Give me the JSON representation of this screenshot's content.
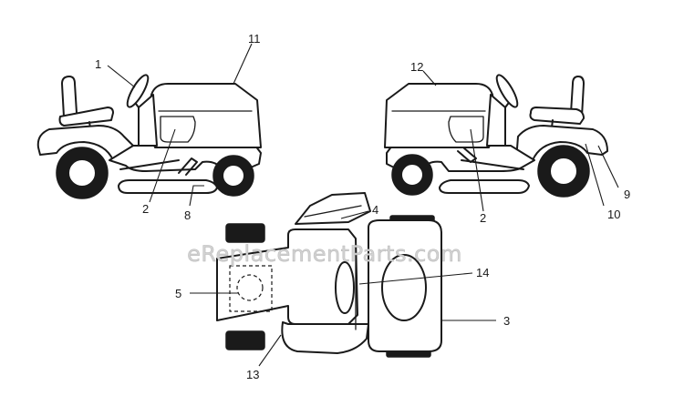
{
  "watermark": "eReplacementParts.com",
  "callouts": {
    "c1": "1",
    "c2_left": "2",
    "c2_right": "2",
    "c3": "3",
    "c4": "4",
    "c5": "5",
    "c8": "8",
    "c9": "9",
    "c10": "10",
    "c11": "11",
    "c12": "12",
    "c13": "13",
    "c14": "14"
  },
  "colors": {
    "line": "#1a1a1a",
    "watermark": "#d2d2d2"
  }
}
